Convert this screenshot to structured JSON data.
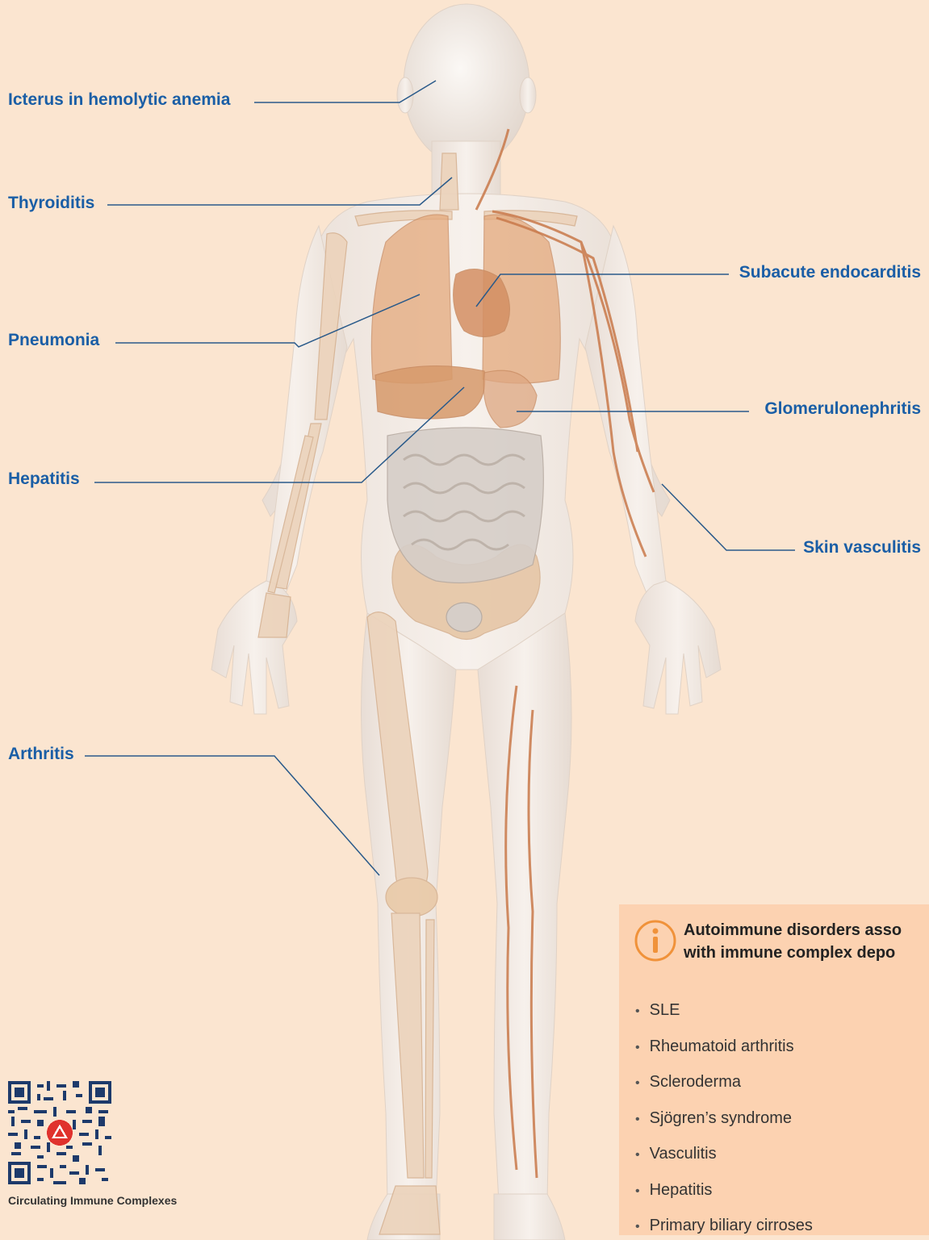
{
  "figure_caption": "Circulating Immune Complexes",
  "labels": {
    "icterus": "Icterus in hemolytic anemia",
    "thyroiditis": "Thyroiditis",
    "pneumonia": "Pneumonia",
    "hepatitis": "Hepatitis",
    "arthritis": "Arthritis",
    "endocarditis": "Subacute endocarditis",
    "glomerulonephritis": "Glomerulonephritis",
    "skin_vasculitis": "Skin vasculitis"
  },
  "info_box": {
    "icon": "info-icon",
    "title_line1": "Autoimmune disorders asso",
    "title_line2": "with immune complex depo",
    "items": [
      "SLE",
      "Rheumatoid arthritis",
      "Scleroderma",
      "Sjögren’s syndrome",
      "Vasculitis",
      "Hepatitis",
      "Primary biliary cirroses"
    ]
  },
  "colors": {
    "background": "#fbe5d0",
    "label_blue": "#1a5ea6",
    "leader_line": "#2a5a8a",
    "skin": "#f3ebe4",
    "bone": "#e9c7a5",
    "organ": "#d99d72",
    "info_box": "#fcd2b1",
    "info_icon": "#f0923a"
  }
}
